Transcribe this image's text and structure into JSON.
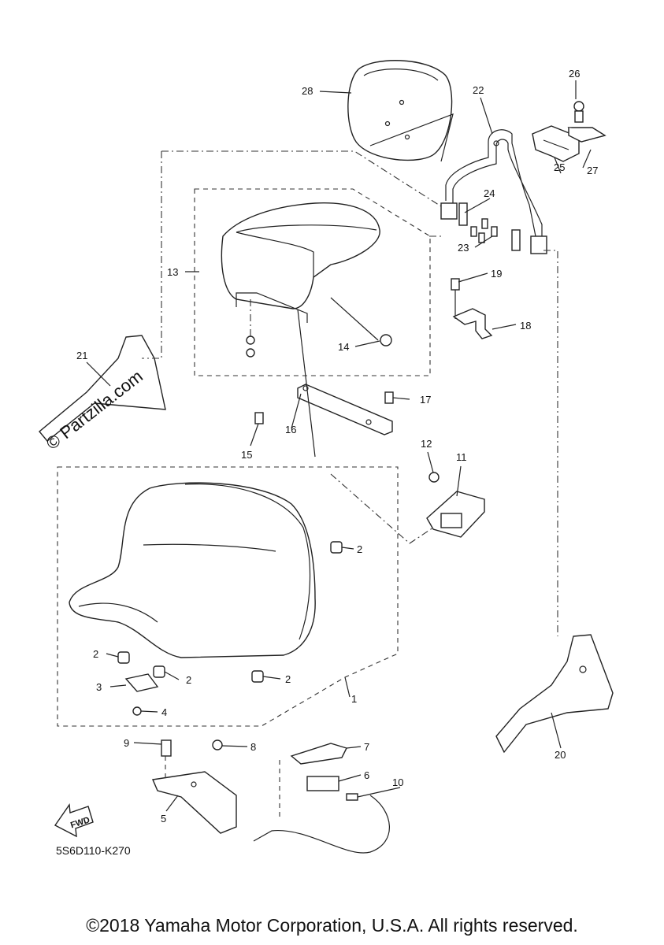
{
  "diagram": {
    "part_labels": [
      "1",
      "2",
      "2",
      "2",
      "2",
      "3",
      "4",
      "5",
      "6",
      "7",
      "8",
      "9",
      "10",
      "11",
      "12",
      "13",
      "14",
      "15",
      "16",
      "17",
      "18",
      "19",
      "20",
      "21",
      "22",
      "23",
      "24",
      "25",
      "26",
      "27",
      "28"
    ],
    "fwd_label": "FWD",
    "watermark": "© Partzilla.com",
    "diagram_code": "5S6D110-K270"
  },
  "footer": {
    "copyright": "©2018 Yamaha Motor Corporation, U.S.A. All rights reserved."
  }
}
